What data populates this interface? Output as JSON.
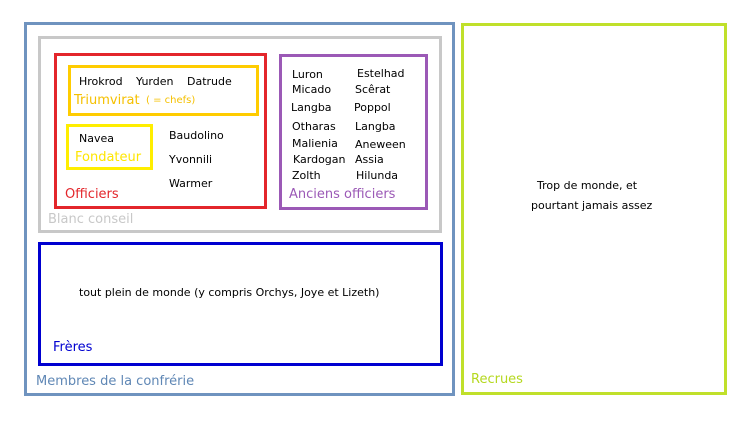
{
  "membres": {
    "label": "Membres de la confrérie"
  },
  "recrues": {
    "label": "Recrues",
    "note_line1": "Trop de monde, et",
    "note_line2": "pourtant jamais assez"
  },
  "blanc_conseil": {
    "label": "Blanc conseil"
  },
  "officiers": {
    "label": "Officiers",
    "members": [
      "Baudolino",
      "Yvonnili",
      "Warmer"
    ]
  },
  "triumvirat": {
    "label": "Triumvirat",
    "note": "( = chefs)",
    "members": [
      "Hrokrod",
      "Yurden",
      "Datrude"
    ]
  },
  "fondateur": {
    "label": "Fondateur",
    "members": [
      "Navea"
    ]
  },
  "anciens_officiers": {
    "label": "Anciens officiers",
    "members": [
      "Luron",
      "Estelhad",
      "Micado",
      "Scêrat",
      "Langba",
      "Poppol",
      "Otharas",
      "Langba",
      "Malienia",
      "Aneween",
      "Kardogan",
      "Assia",
      "Zolth",
      "Hilunda"
    ]
  },
  "freres": {
    "label": "Frères",
    "note": "tout plein de monde  (y compris Orchys, Joye et Lizeth)"
  },
  "colors": {
    "membres": "#6f93bf",
    "recrues": "#c0e02a",
    "blanc_conseil": "#c8c8c8",
    "officiers": "#e3262b",
    "anciens_officiers": "#9b59b6",
    "triumvirat": "#ffcc00",
    "fondateur": "#ffee00",
    "freres": "#0000d0"
  }
}
